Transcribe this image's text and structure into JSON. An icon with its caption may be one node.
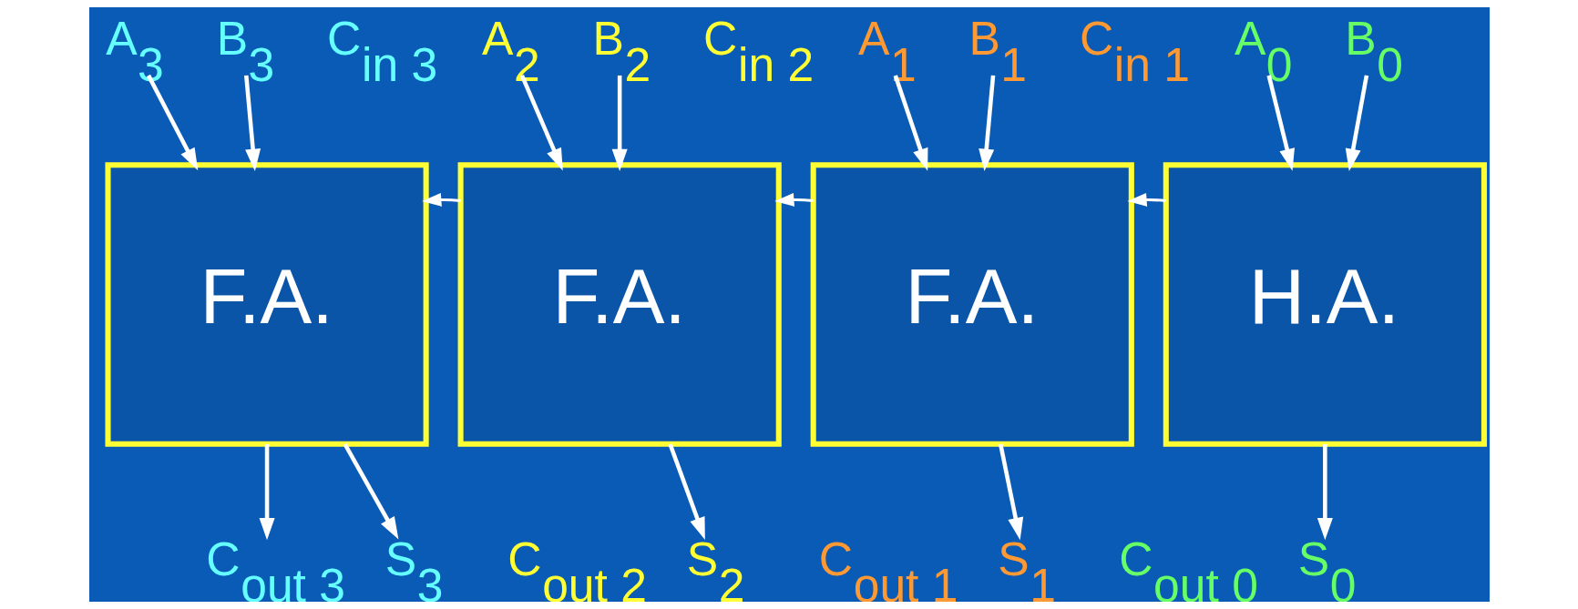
{
  "diagram": {
    "nodes": [
      {
        "text": [
          "A$_{3}$"
        ]
      },
      {
        "text": [
          "B$_{3}$"
        ]
      },
      {
        "text": [
          "A$_{2}$"
        ]
      },
      {
        "text": [
          "B$_{2}$"
        ]
      },
      {
        "text": [
          "A$_{1}$"
        ]
      },
      {
        "text": [
          "B$_{1}$"
        ]
      },
      {
        "text": [
          "A$_{0}$"
        ]
      },
      {
        "text": [
          "B$_{0}$"
        ]
      },
      {
        "text": [
          "F.A."
        ]
      },
      {
        "text": [
          "F.A."
        ]
      },
      {
        "text": [
          "F.A."
        ]
      },
      {
        "text": [
          "H.A."
        ]
      },
      {
        "text": [
          "C$_{out 3}$"
        ]
      },
      {
        "text": [
          "S$_{3}$"
        ]
      },
      {
        "text": [
          "S$_{2}$"
        ]
      },
      {
        "text": [
          "S$_{1}$"
        ]
      },
      {
        "text": [
          "S$_{0}$"
        ]
      }
    ],
    "edges": [
      {
        "from": 0,
        "to": 8,
        "arrow": "to"
      },
      {
        "from": 1,
        "to": 8,
        "arrow": "to"
      },
      {
        "from": 2,
        "to": 9,
        "arrow": "to"
      },
      {
        "from": 3,
        "to": 9,
        "arrow": "to"
      },
      {
        "from": 4,
        "to": 10,
        "arrow": "to"
      },
      {
        "from": 5,
        "to": 10,
        "arrow": "to"
      },
      {
        "from": 6,
        "to": 11,
        "arrow": "to"
      },
      {
        "from": 7,
        "to": 11,
        "arrow": "to"
      },
      {
        "from": 9,
        "to": 8,
        "arrow": "to"
      },
      {
        "from": 10,
        "to": 9,
        "arrow": "to"
      },
      {
        "from": 11,
        "to": 10,
        "arrow": "to"
      },
      {
        "from": 8,
        "to": 12,
        "arrow": "to"
      },
      {
        "from": 8,
        "to": 13,
        "arrow": "to"
      },
      {
        "from": 9,
        "to": 14,
        "arrow": "to"
      },
      {
        "from": 10,
        "to": 15,
        "arrow": "to"
      },
      {
        "from": 11,
        "to": 16,
        "arrow": "to"
      }
    ],
    "labels": [
      "C$_{in 3}$",
      "C$_{in 2}$",
      "C$_{in 1}$",
      "C$_{out 2}$",
      "C$_{out 1}$",
      "C$_{out 0}$"
    ]
  }
}
